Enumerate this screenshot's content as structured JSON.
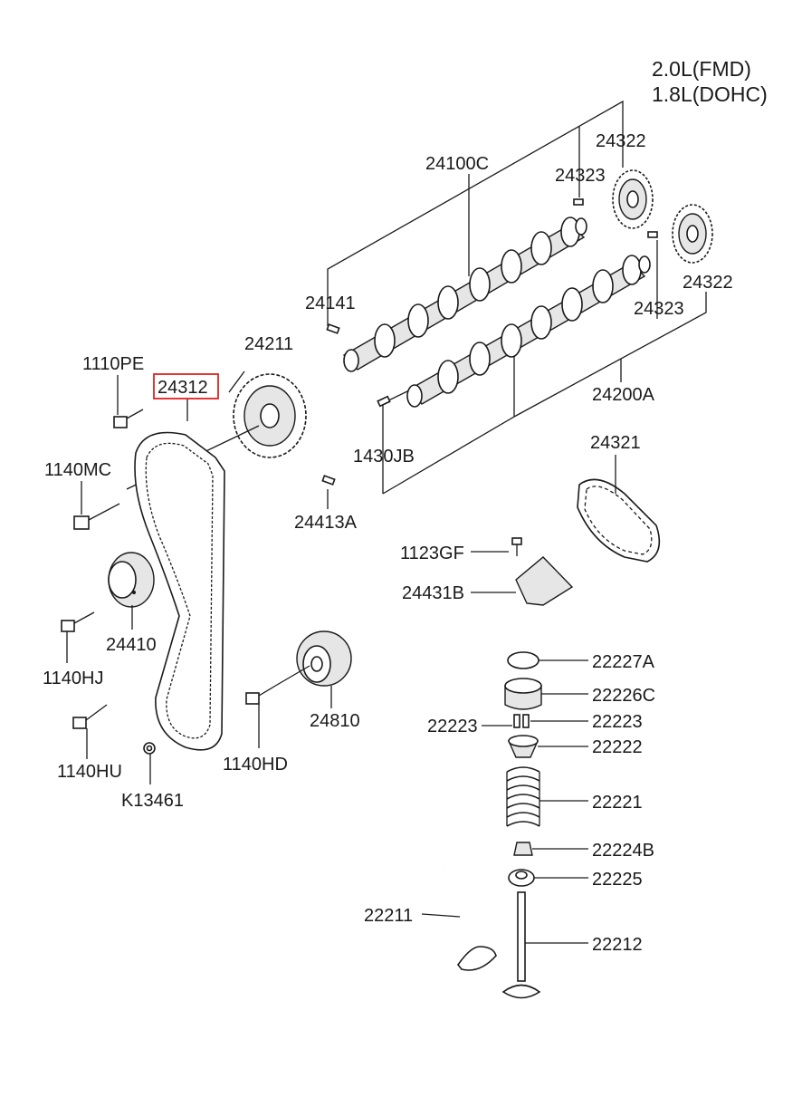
{
  "header": {
    "engine_line1": "2.0L(FMD)",
    "engine_line2": "1.8L(DOHC)"
  },
  "highlight_color": "#e02020",
  "labels": {
    "p24100C": "24100C",
    "p24322_a": "24322",
    "p24323_a": "24323",
    "p24141": "24141",
    "p24322_b": "24322",
    "p24323_b": "24323",
    "p24200A": "24200A",
    "p24211": "24211",
    "p1110PE": "1110PE",
    "p24312": "24312",
    "p1430JB": "1430JB",
    "p24321": "24321",
    "p1140MC": "1140MC",
    "p24413A": "24413A",
    "p1123GF": "1123GF",
    "p24431B": "24431B",
    "p24410": "24410",
    "p1140HJ": "1140HJ",
    "p22227A": "22227A",
    "p22226C": "22226C",
    "p22223_l": "22223",
    "p22223_r": "22223",
    "p24810": "24810",
    "p22222": "22222",
    "p1140HU": "1140HU",
    "p1140HD": "1140HD",
    "p22221": "22221",
    "pK13461": "K13461",
    "p22224B": "22224B",
    "p22225": "22225",
    "p22211": "22211",
    "p22212": "22212"
  }
}
